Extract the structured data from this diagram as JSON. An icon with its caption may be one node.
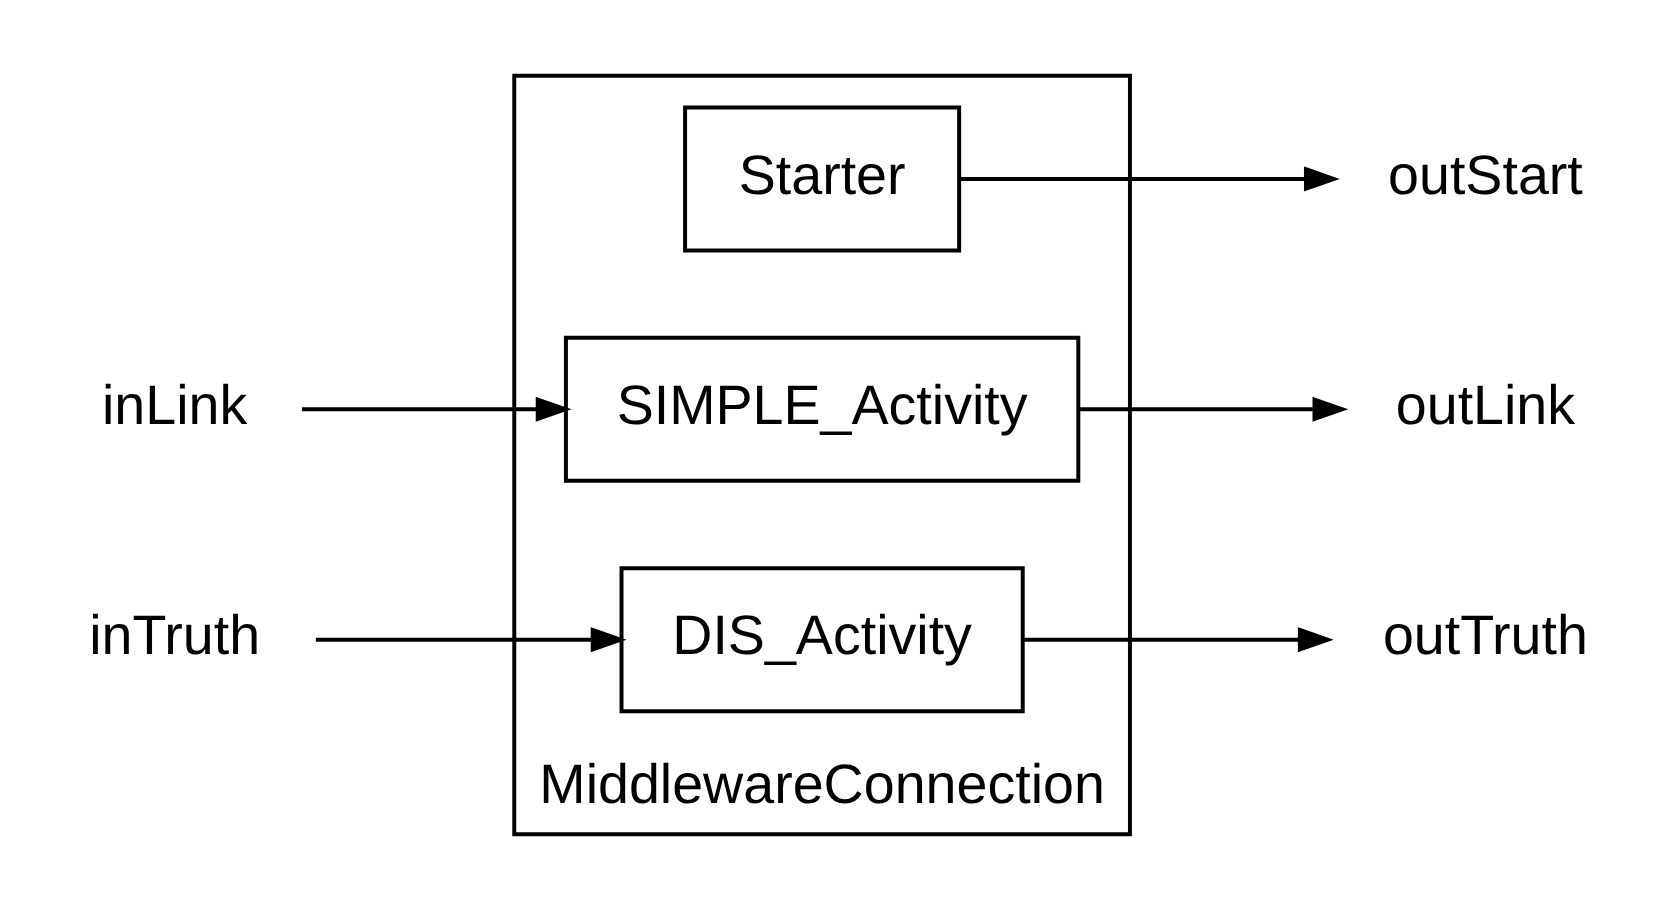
{
  "diagram": {
    "nodes": [
      {
        "text": [
          "MiddlewareConnection"
        ]
      },
      {
        "text": [
          "Starter"
        ],
        "in": 0
      },
      {
        "text": [
          "SIMPLE_Activity"
        ],
        "in": 0
      },
      {
        "text": [
          "DIS_Activity"
        ],
        "in": 0
      },
      {
        "text": [
          "inLink"
        ]
      },
      {
        "text": [
          "inTruth"
        ]
      },
      {
        "text": [
          "outStart"
        ]
      },
      {
        "text": [
          "outLink"
        ]
      },
      {
        "text": [
          "outTruth"
        ]
      }
    ],
    "edges": [
      {
        "from": 4,
        "to": 2,
        "arrow": "to"
      },
      {
        "from": 5,
        "to": 3,
        "arrow": "to"
      },
      {
        "from": 1,
        "to": 6,
        "arrow": "to"
      },
      {
        "from": 2,
        "to": 7,
        "arrow": "to"
      },
      {
        "from": 3,
        "to": 8,
        "arrow": "to"
      }
    ]
  }
}
